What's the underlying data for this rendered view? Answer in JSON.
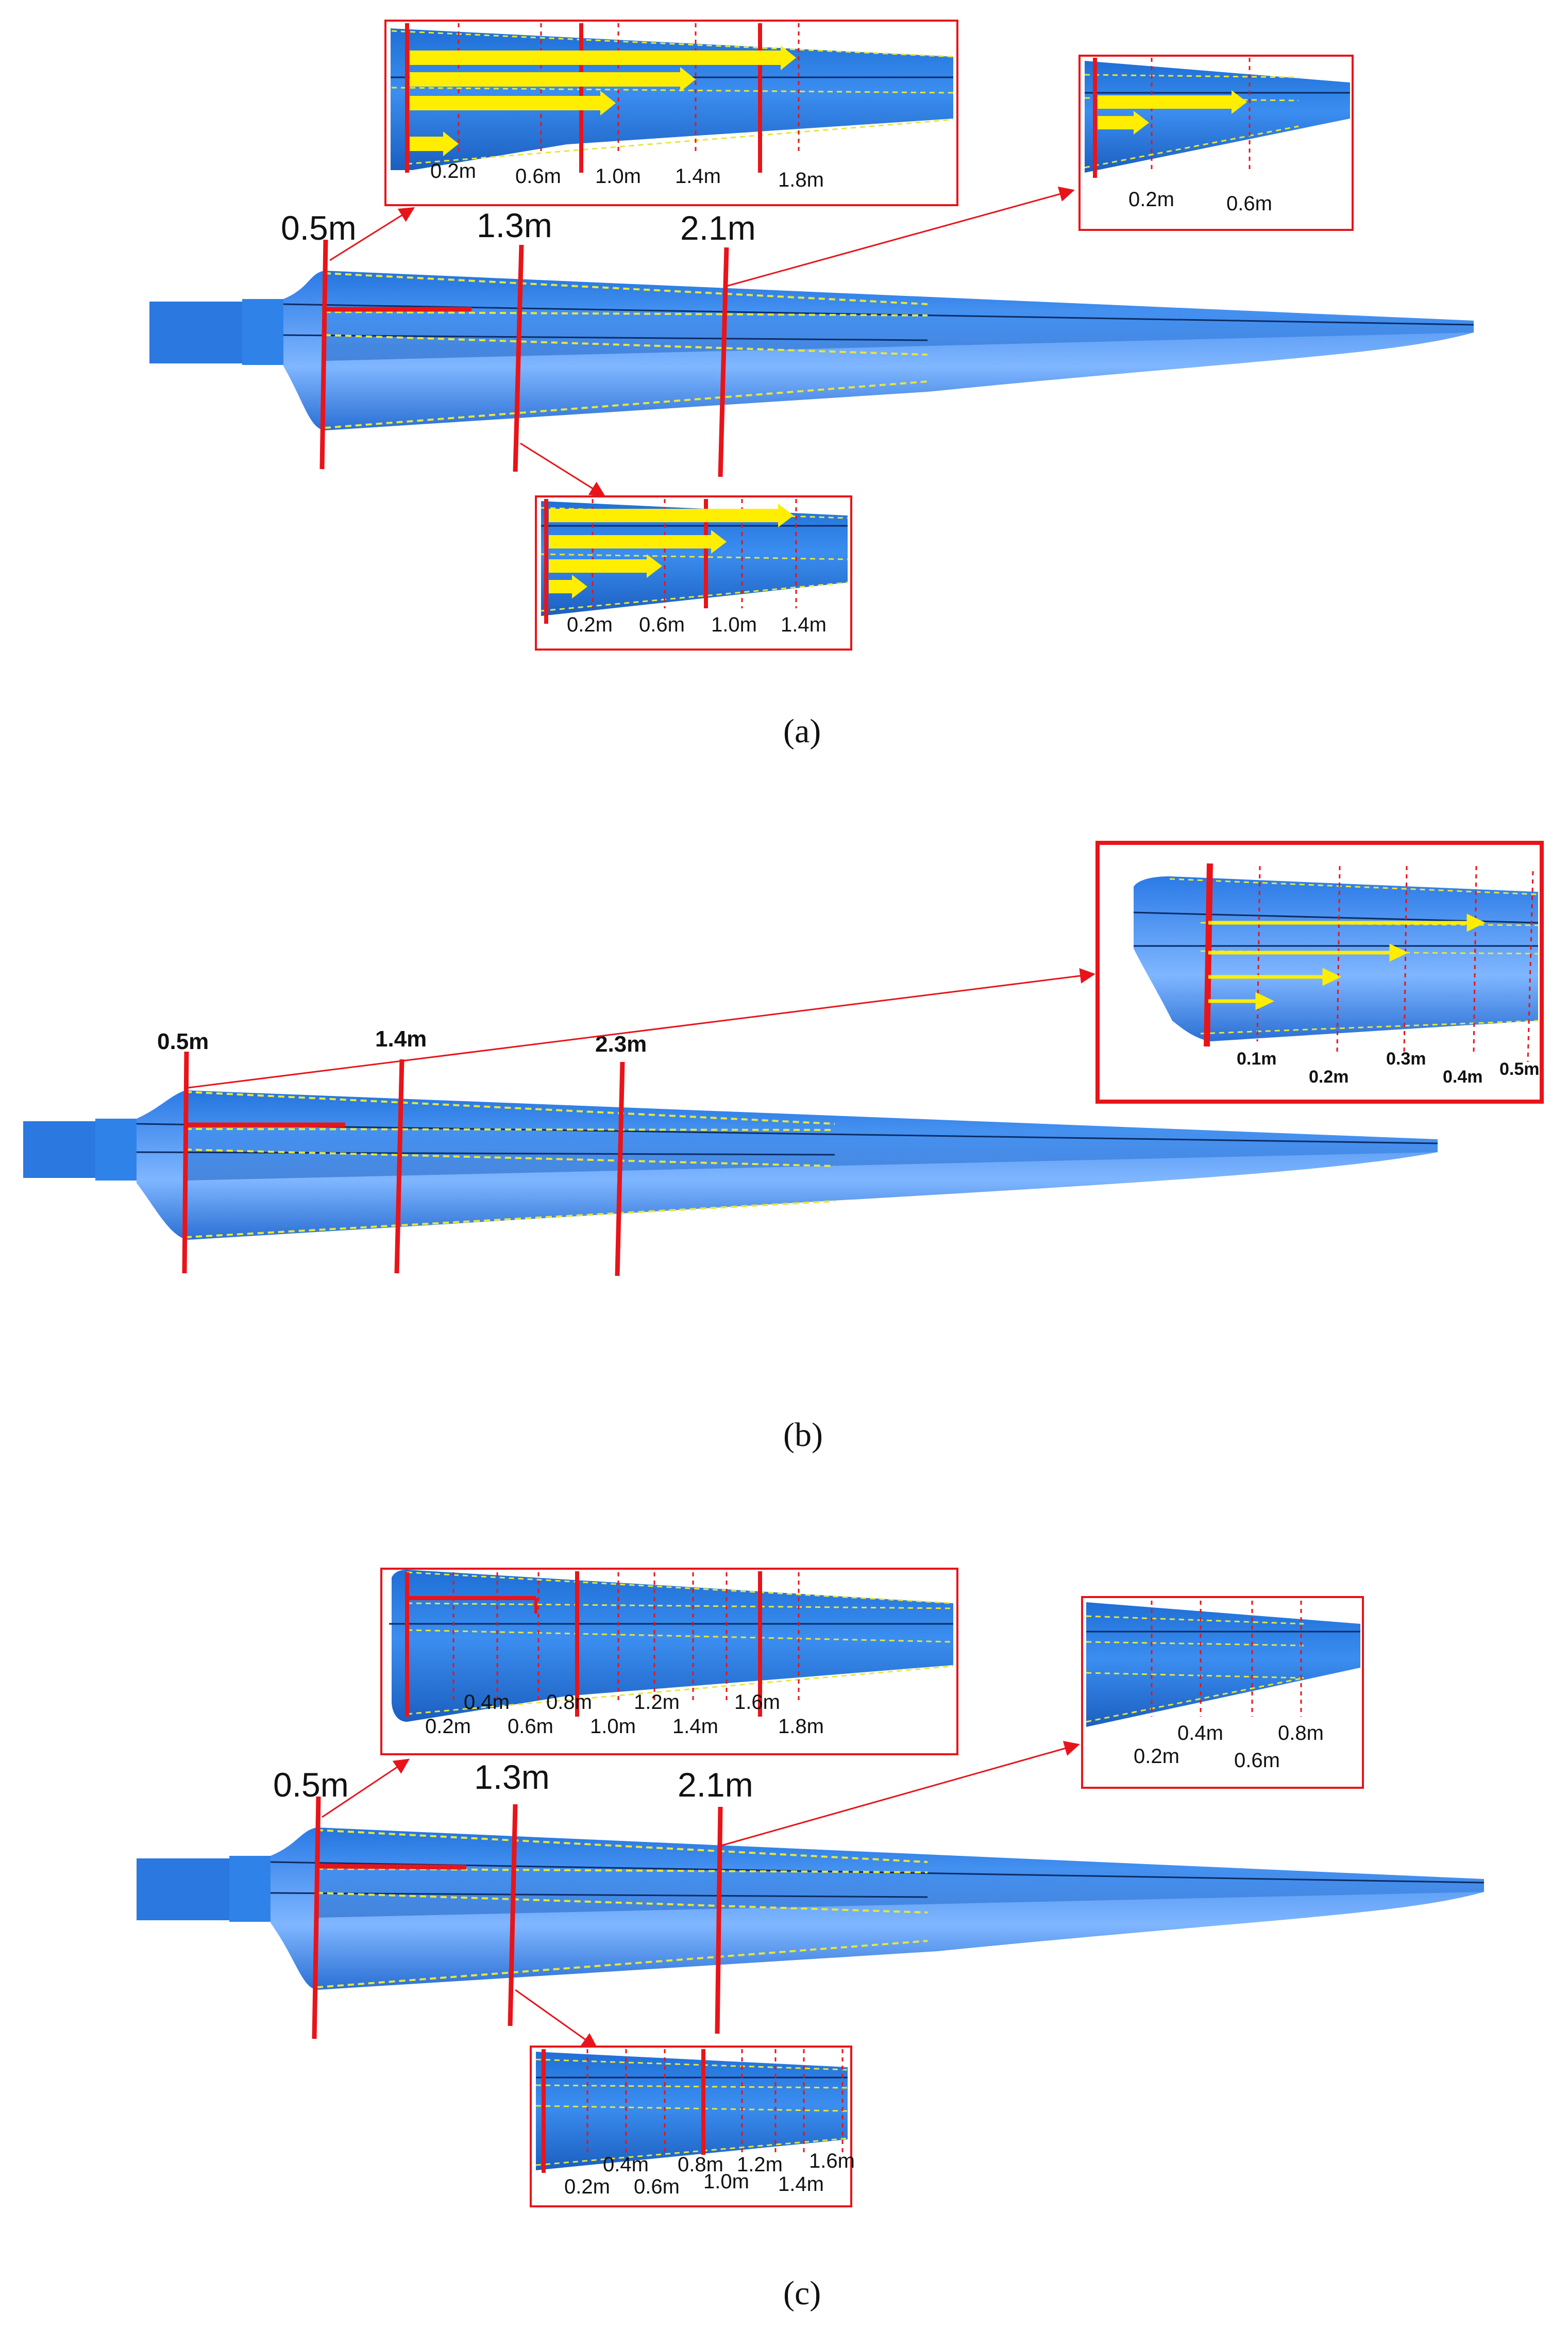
{
  "panels": [
    {
      "caption": "(a)",
      "main_labels": [
        "0.5m",
        "1.3m",
        "2.1m"
      ],
      "inset_top_left": [
        "0.2m",
        "0.6m",
        "1.0m",
        "1.4m",
        "1.8m"
      ],
      "inset_top_right": [
        "0.2m",
        "0.6m"
      ],
      "inset_bottom": [
        "0.2m",
        "0.6m",
        "1.0m",
        "1.4m"
      ]
    },
    {
      "caption": "(b)",
      "main_labels": [
        "0.5m",
        "1.4m",
        "2.3m"
      ],
      "inset_right": [
        "0.1m",
        "0.2m",
        "0.3m",
        "0.4m",
        "0.5m"
      ]
    },
    {
      "caption": "(c)",
      "main_labels": [
        "0.5m",
        "1.3m",
        "2.1m"
      ],
      "inset_top_left_upper": [
        "0.4m",
        "0.8m",
        "1.2m",
        "1.6m"
      ],
      "inset_top_left_lower": [
        "0.2m",
        "0.6m",
        "1.0m",
        "1.4m",
        "1.8m"
      ],
      "inset_top_right_upper": [
        "0.4m",
        "0.8m"
      ],
      "inset_top_right_lower": [
        "0.2m",
        "0.6m"
      ],
      "inset_bottom_upper": [
        "0.4m",
        "0.8m",
        "1.2m",
        "1.6m"
      ],
      "inset_bottom_lower": [
        "0.2m",
        "0.6m",
        "1.0m",
        "1.4m"
      ]
    }
  ],
  "colors": {
    "blade": "#2f7fe0",
    "cut": "#e8141a",
    "arrow": "#ffee00",
    "guide": "#e6e63a"
  }
}
